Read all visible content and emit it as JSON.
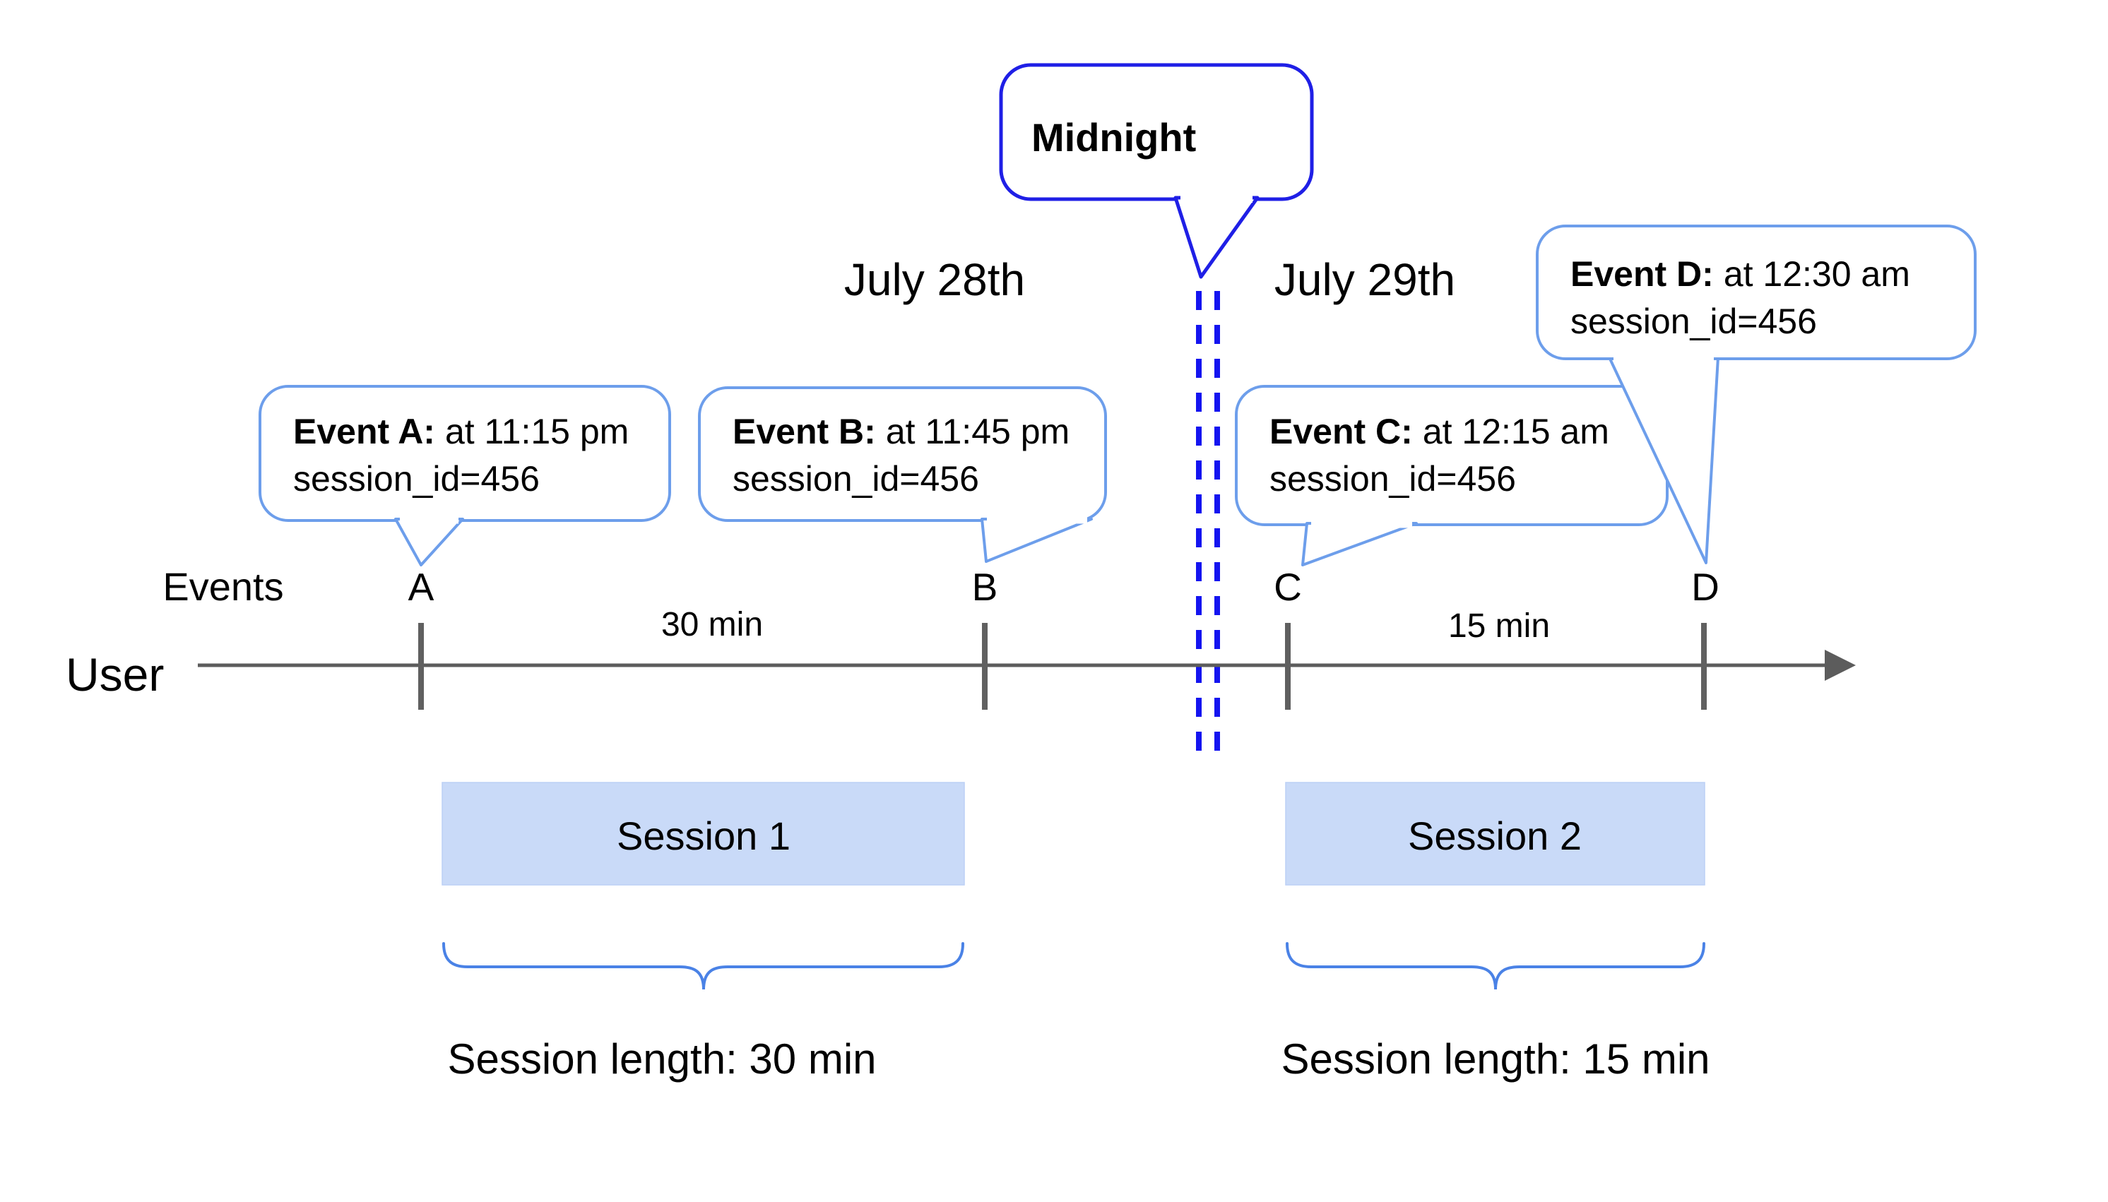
{
  "midnight": {
    "label": "Midnight"
  },
  "dates": {
    "left": "July 28th",
    "right": "July 29th"
  },
  "axis": {
    "events_label": "Events",
    "user_label": "User"
  },
  "gaps": {
    "ab": "30 min",
    "cd": "15 min"
  },
  "events": [
    {
      "letter": "A",
      "title": "Event A:",
      "time": "at 11:15 pm",
      "session": "session_id=456"
    },
    {
      "letter": "B",
      "title": "Event B:",
      "time": "at 11:45 pm",
      "session": "session_id=456"
    },
    {
      "letter": "C",
      "title": "Event C:",
      "time": "at 12:15 am",
      "session": "session_id=456"
    },
    {
      "letter": "D",
      "title": "Event D:",
      "time": "at 12:30 am",
      "session": "session_id=456"
    }
  ],
  "sessions": [
    {
      "label": "Session 1",
      "length": "Session length: 30 min"
    },
    {
      "label": "Session 2",
      "length": "Session length: 15 min"
    }
  ],
  "colors": {
    "timeline_gray": "#5c5c5c",
    "tick_gray": "#606060",
    "midnight_blue": "#1f1fe6",
    "dash_blue": "#1414f0",
    "callout_blue": "#6d9eeb",
    "brace_blue": "#4a82e6",
    "session_fill": "#c9daf8",
    "session_edge": "#bcd0f5"
  }
}
